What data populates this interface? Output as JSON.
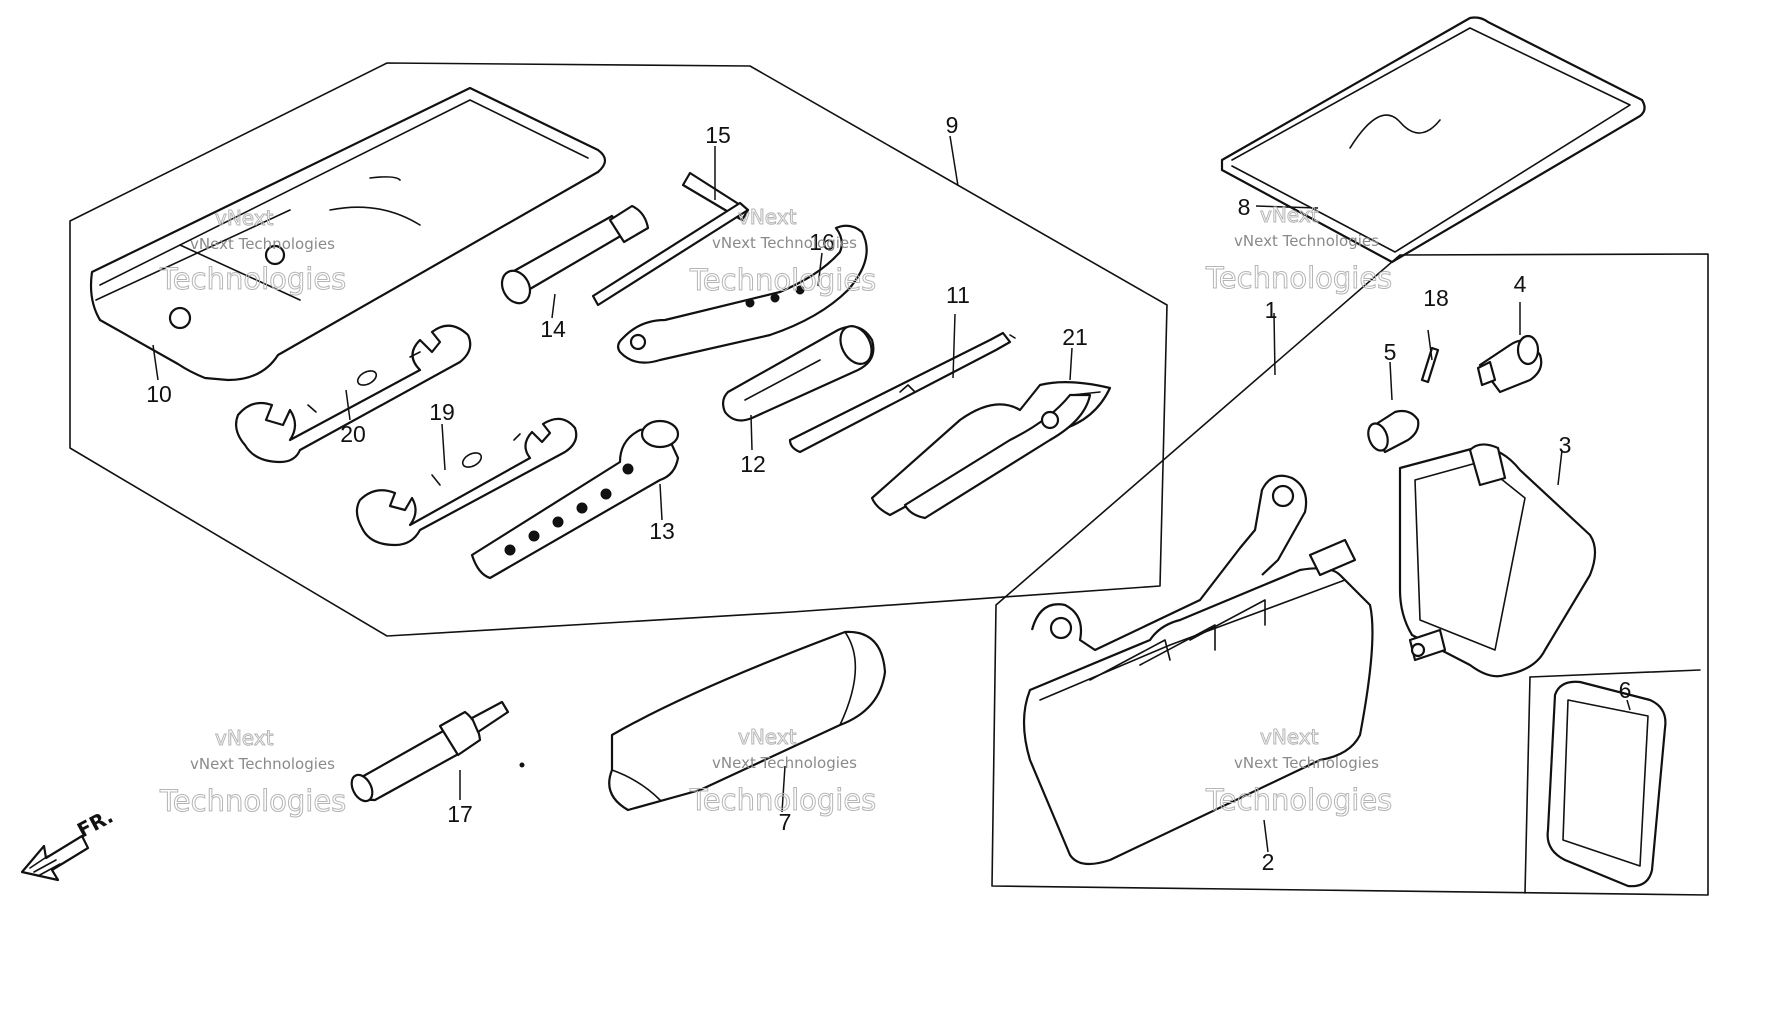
{
  "callouts": [
    "1",
    "2",
    "3",
    "4",
    "5",
    "6",
    "7",
    "8",
    "9",
    "10",
    "11",
    "12",
    "13",
    "14",
    "15",
    "16",
    "17",
    "18",
    "19",
    "20",
    "21"
  ],
  "watermark": {
    "line1": "vNext Technologies",
    "line2": "Technologies",
    "line3": "vNext"
  },
  "front_arrow": {
    "label": "FR."
  },
  "colors": {
    "ink": "#111111",
    "background": "#ffffff",
    "watermark": "#8a8a8a"
  },
  "icons": [
    "front-direction-arrow-icon"
  ]
}
